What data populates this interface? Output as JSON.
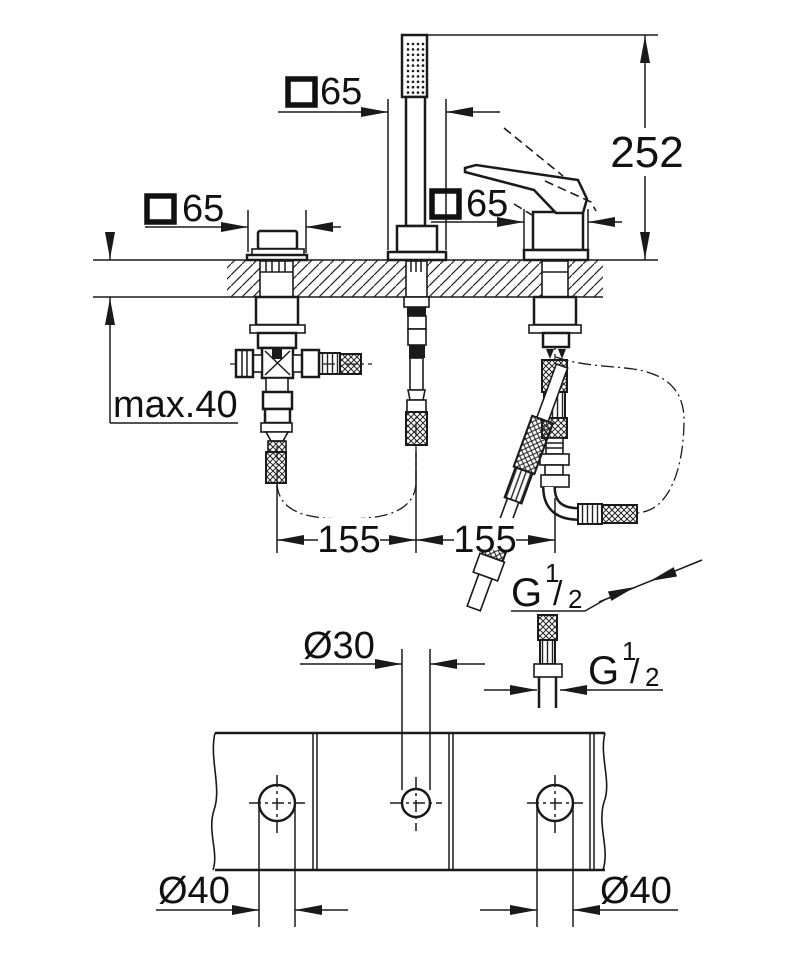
{
  "drawing_title": "Three-hole bath combination installation dimensional drawing",
  "labels": {
    "esc_square_top": "65",
    "esc_square_left": "65",
    "esc_square_center": "65",
    "overall_height": "252",
    "max_deck_thickness": "max.40",
    "hole_spacing_left": "155",
    "hole_spacing_right": "155",
    "thread_g": "G",
    "thread_num": "1",
    "thread_slash": "/",
    "thread_den": "2",
    "hole_dia_center": "Ø30",
    "hole_dia_left": "Ø40",
    "hole_dia_right": "Ø40"
  }
}
